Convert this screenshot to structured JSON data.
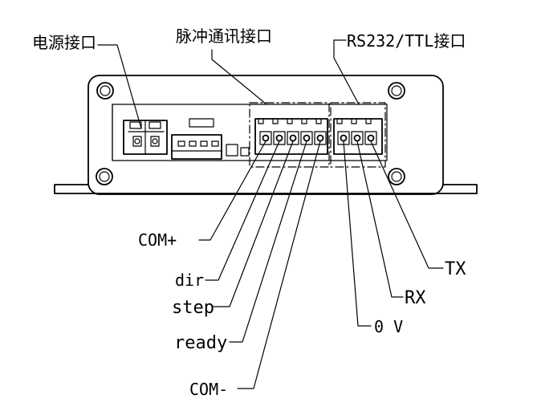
{
  "labels": {
    "power": "电源接口",
    "pulse": "脉冲通讯接口",
    "serial": "RS232/TTL接口",
    "com_plus": "COM+",
    "dir": "dir",
    "step": "step",
    "ready": "ready",
    "com_minus": "COM-",
    "zero_v": "0 V",
    "rx": "RX",
    "tx": "TX"
  }
}
